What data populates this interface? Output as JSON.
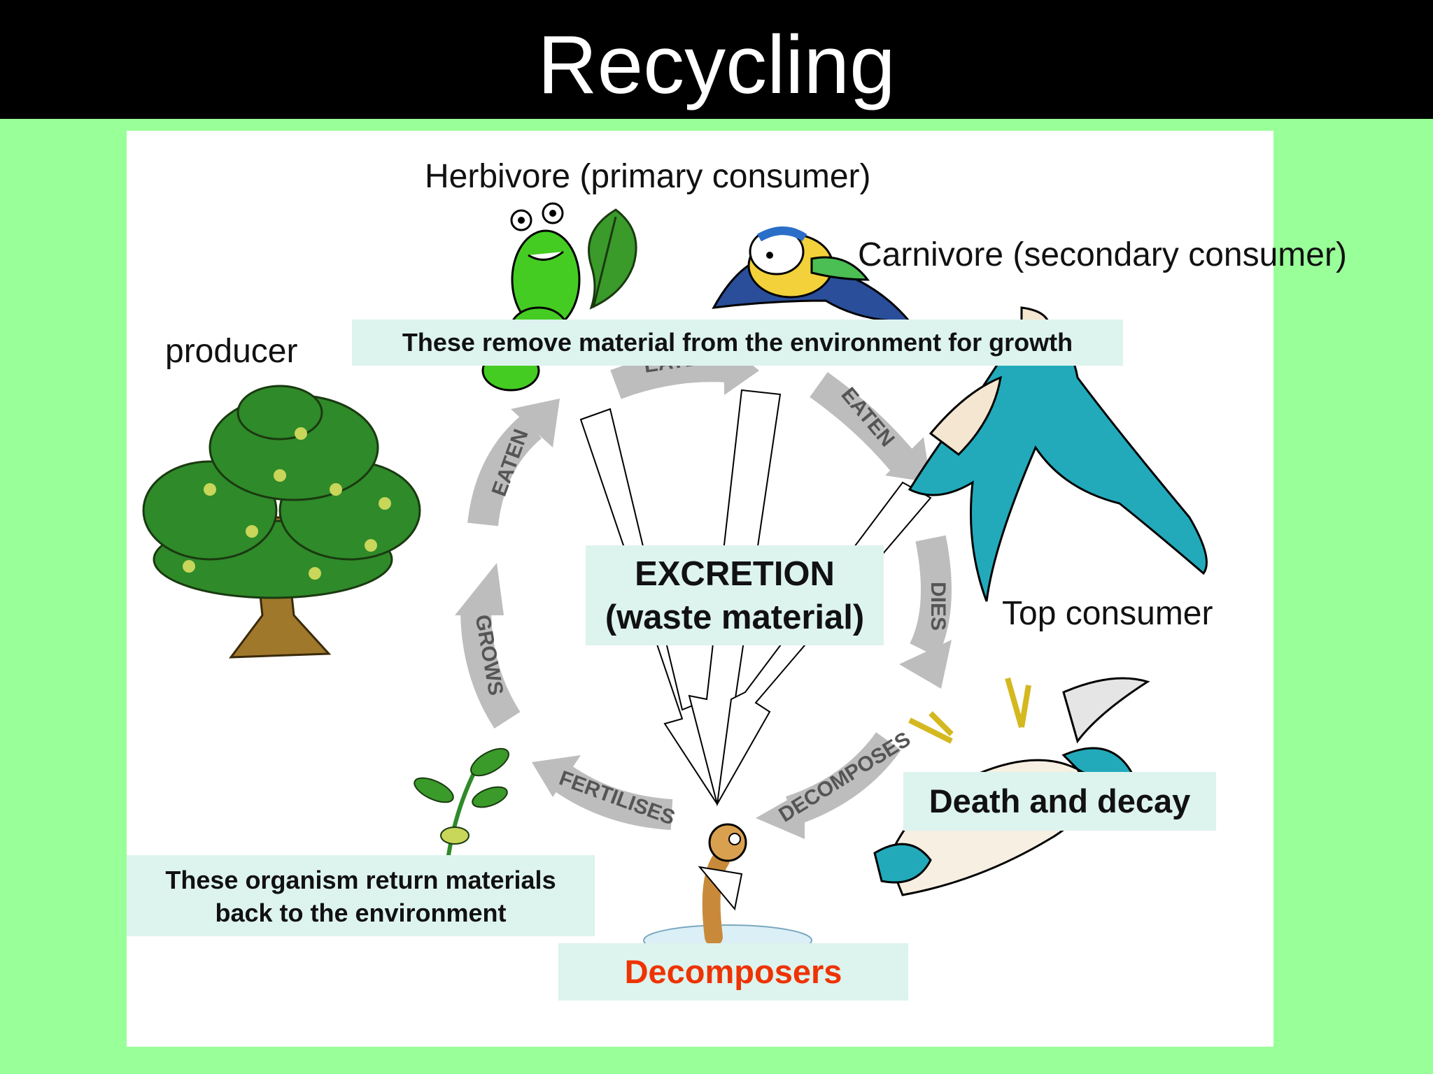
{
  "slide": {
    "title": "Recycling"
  },
  "labels": {
    "herbivore": "Herbivore (primary consumer)",
    "carnivore": "Carnivore (secondary consumer)",
    "producer": "producer",
    "top_consumer": "Top consumer"
  },
  "boxes": {
    "remove": "These remove material from the environment for growth",
    "excretion_line1": "EXCRETION",
    "excretion_line2": "(waste material)",
    "return_line1": "These organism return materials",
    "return_line2": "back to the environment",
    "death": "Death and decay",
    "decomposers": "Decomposers"
  },
  "cycle_arrows": {
    "eaten_1": "EATEN",
    "eaten_2": "EATEN",
    "eaten_3": "EATEN",
    "dies": "DIES",
    "decomposes": "DECOMPOSES",
    "fertilises": "FERTILISES",
    "grows": "GROWS"
  },
  "colors": {
    "background": "#99ff99",
    "title_bar": "#000000",
    "box_fill": "#ddf3ee",
    "decomposers_text": "#ee3300",
    "cycle_arrow": "#bdbdbd"
  },
  "icons": [
    "tree-icon",
    "caterpillar-icon",
    "oak-leaf-icon",
    "blue-tit-icon",
    "kestrel-icon",
    "dead-bird-icon",
    "seedling-icon",
    "worm-icon"
  ]
}
